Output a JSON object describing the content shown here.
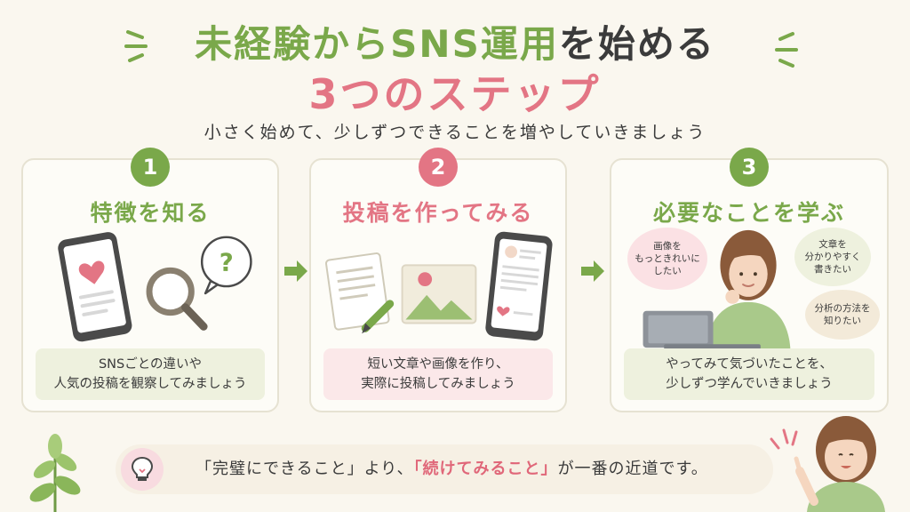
{
  "header": {
    "title_part1": "未経験から",
    "title_part2": "SNS運用",
    "title_part3": "を始める",
    "title_line2": "3つのステップ",
    "subtitle": "小さく始めて、少しずつできることを増やしていきましょう"
  },
  "steps": [
    {
      "number": "1",
      "title": "特徴を知る",
      "desc_line1": "SNSごとの違いや",
      "desc_line2": "人気の投稿を観察してみましょう",
      "color": "#7aa84a",
      "desc_bg": "#eef1de"
    },
    {
      "number": "2",
      "title": "投稿を作ってみる",
      "desc_line1": "短い文章や画像を作り、",
      "desc_line2": "実際に投稿してみましょう",
      "color": "#e37584",
      "desc_bg": "#fbe8e9"
    },
    {
      "number": "3",
      "title": "必要なことを学ぶ",
      "desc_line1": "やってみて気づいたことを、",
      "desc_line2": "少しずつ学んでいきましょう",
      "color": "#7aa84a",
      "desc_bg": "#eef1de",
      "bubbles": [
        {
          "line1": "画像を",
          "line2": "もっときれいに",
          "line3": "したい"
        },
        {
          "line1": "文章を",
          "line2": "分かりやすく",
          "line3": "書きたい"
        },
        {
          "line1": "分析の方法を",
          "line2": "知りたい",
          "line3": ""
        }
      ]
    }
  ],
  "art": {
    "question_mark": "?"
  },
  "footer": {
    "text_part1": "「完璧にできること」より、",
    "text_highlight": "「続けてみること」",
    "text_part2": "が一番の近道です。"
  },
  "colors": {
    "green": "#7aa84a",
    "pink": "#e37584",
    "background": "#faf7ef"
  }
}
